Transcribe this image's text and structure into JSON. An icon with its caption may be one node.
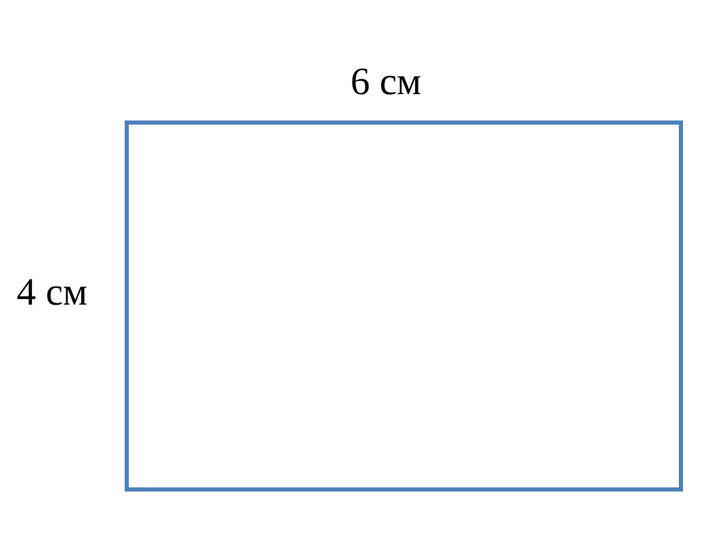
{
  "diagram": {
    "nodes": [
      {
        "text": [],
        "shape": "box"
      }
    ],
    "labels": [
      "6 см",
      "4 см"
    ]
  }
}
